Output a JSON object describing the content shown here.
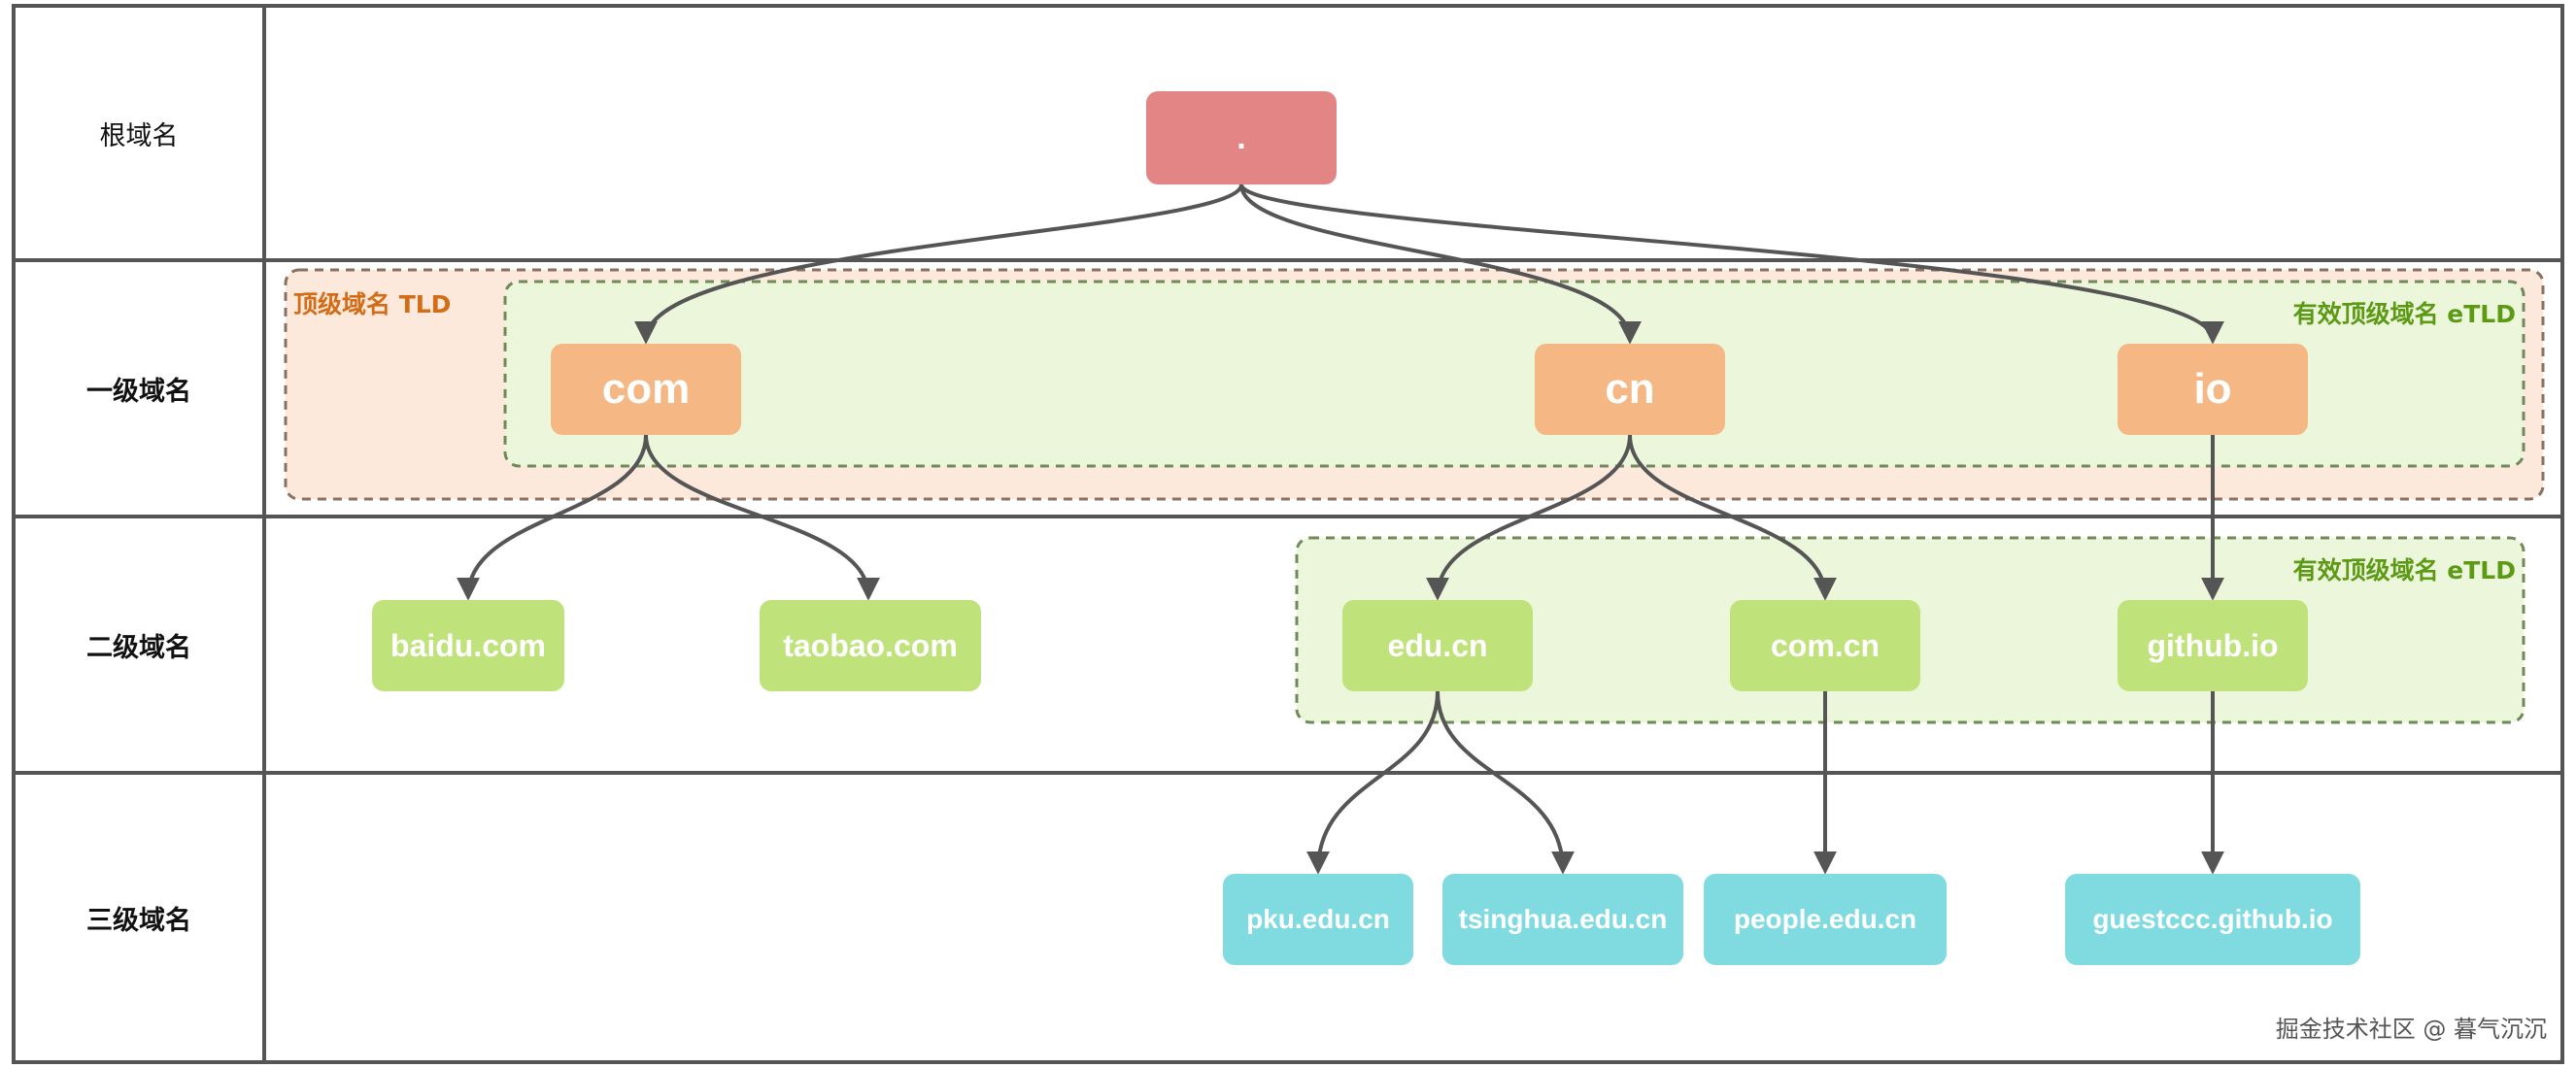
{
  "rows": [
    "根域名",
    "一级域名",
    "二级域名",
    "三级域名"
  ],
  "regions": {
    "tld_label": "顶级域名 TLD",
    "etld_label_top": "有效顶级域名 eTLD",
    "etld_label_second": "有效顶级域名 eTLD"
  },
  "nodes": {
    "root": ".",
    "com": "com",
    "cn": "cn",
    "io": "io",
    "baidu": "baidu.com",
    "taobao": "taobao.com",
    "edu_cn": "edu.cn",
    "com_cn": "com.cn",
    "github_io": "github.io",
    "pku": "pku.edu.cn",
    "tsinghua": "tsinghua.edu.cn",
    "people": "people.edu.cn",
    "guestccc": "guestccc.github.io"
  },
  "colors": {
    "root": "#e38585",
    "tld": "#f5b783",
    "sld": "#bfe27b",
    "third": "#80dbe1",
    "tld_region_fill": "#fde9dc",
    "etld_region_fill": "#ecf6db",
    "arrow": "#555555"
  },
  "watermark": "掘金技术社区 @ 暮气沉沉"
}
